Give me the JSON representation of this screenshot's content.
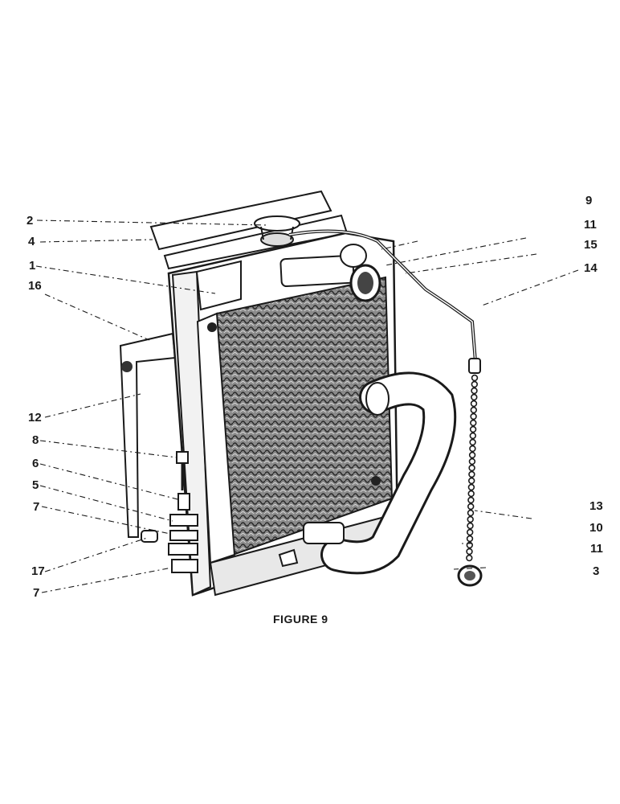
{
  "figure": {
    "caption": "FIGURE 9",
    "callouts": [
      {
        "id": "c-2",
        "text": "2"
      },
      {
        "id": "c-4",
        "text": "4"
      },
      {
        "id": "c-1",
        "text": "1"
      },
      {
        "id": "c-16",
        "text": "16"
      },
      {
        "id": "c-12",
        "text": "12"
      },
      {
        "id": "c-8",
        "text": "8"
      },
      {
        "id": "c-6",
        "text": "6"
      },
      {
        "id": "c-5",
        "text": "5"
      },
      {
        "id": "c-7a",
        "text": "7"
      },
      {
        "id": "c-17",
        "text": "17"
      },
      {
        "id": "c-7b",
        "text": "7"
      },
      {
        "id": "c-9",
        "text": "9"
      },
      {
        "id": "c-11a",
        "text": "11"
      },
      {
        "id": "c-15",
        "text": "15"
      },
      {
        "id": "c-14",
        "text": "14"
      },
      {
        "id": "c-13",
        "text": "13"
      },
      {
        "id": "c-10",
        "text": "10"
      },
      {
        "id": "c-11b",
        "text": "11"
      },
      {
        "id": "c-3",
        "text": "3"
      }
    ]
  },
  "colors": {
    "ink": "#1a1a1a",
    "core": "#6e6e6e",
    "paper": "#ffffff"
  }
}
